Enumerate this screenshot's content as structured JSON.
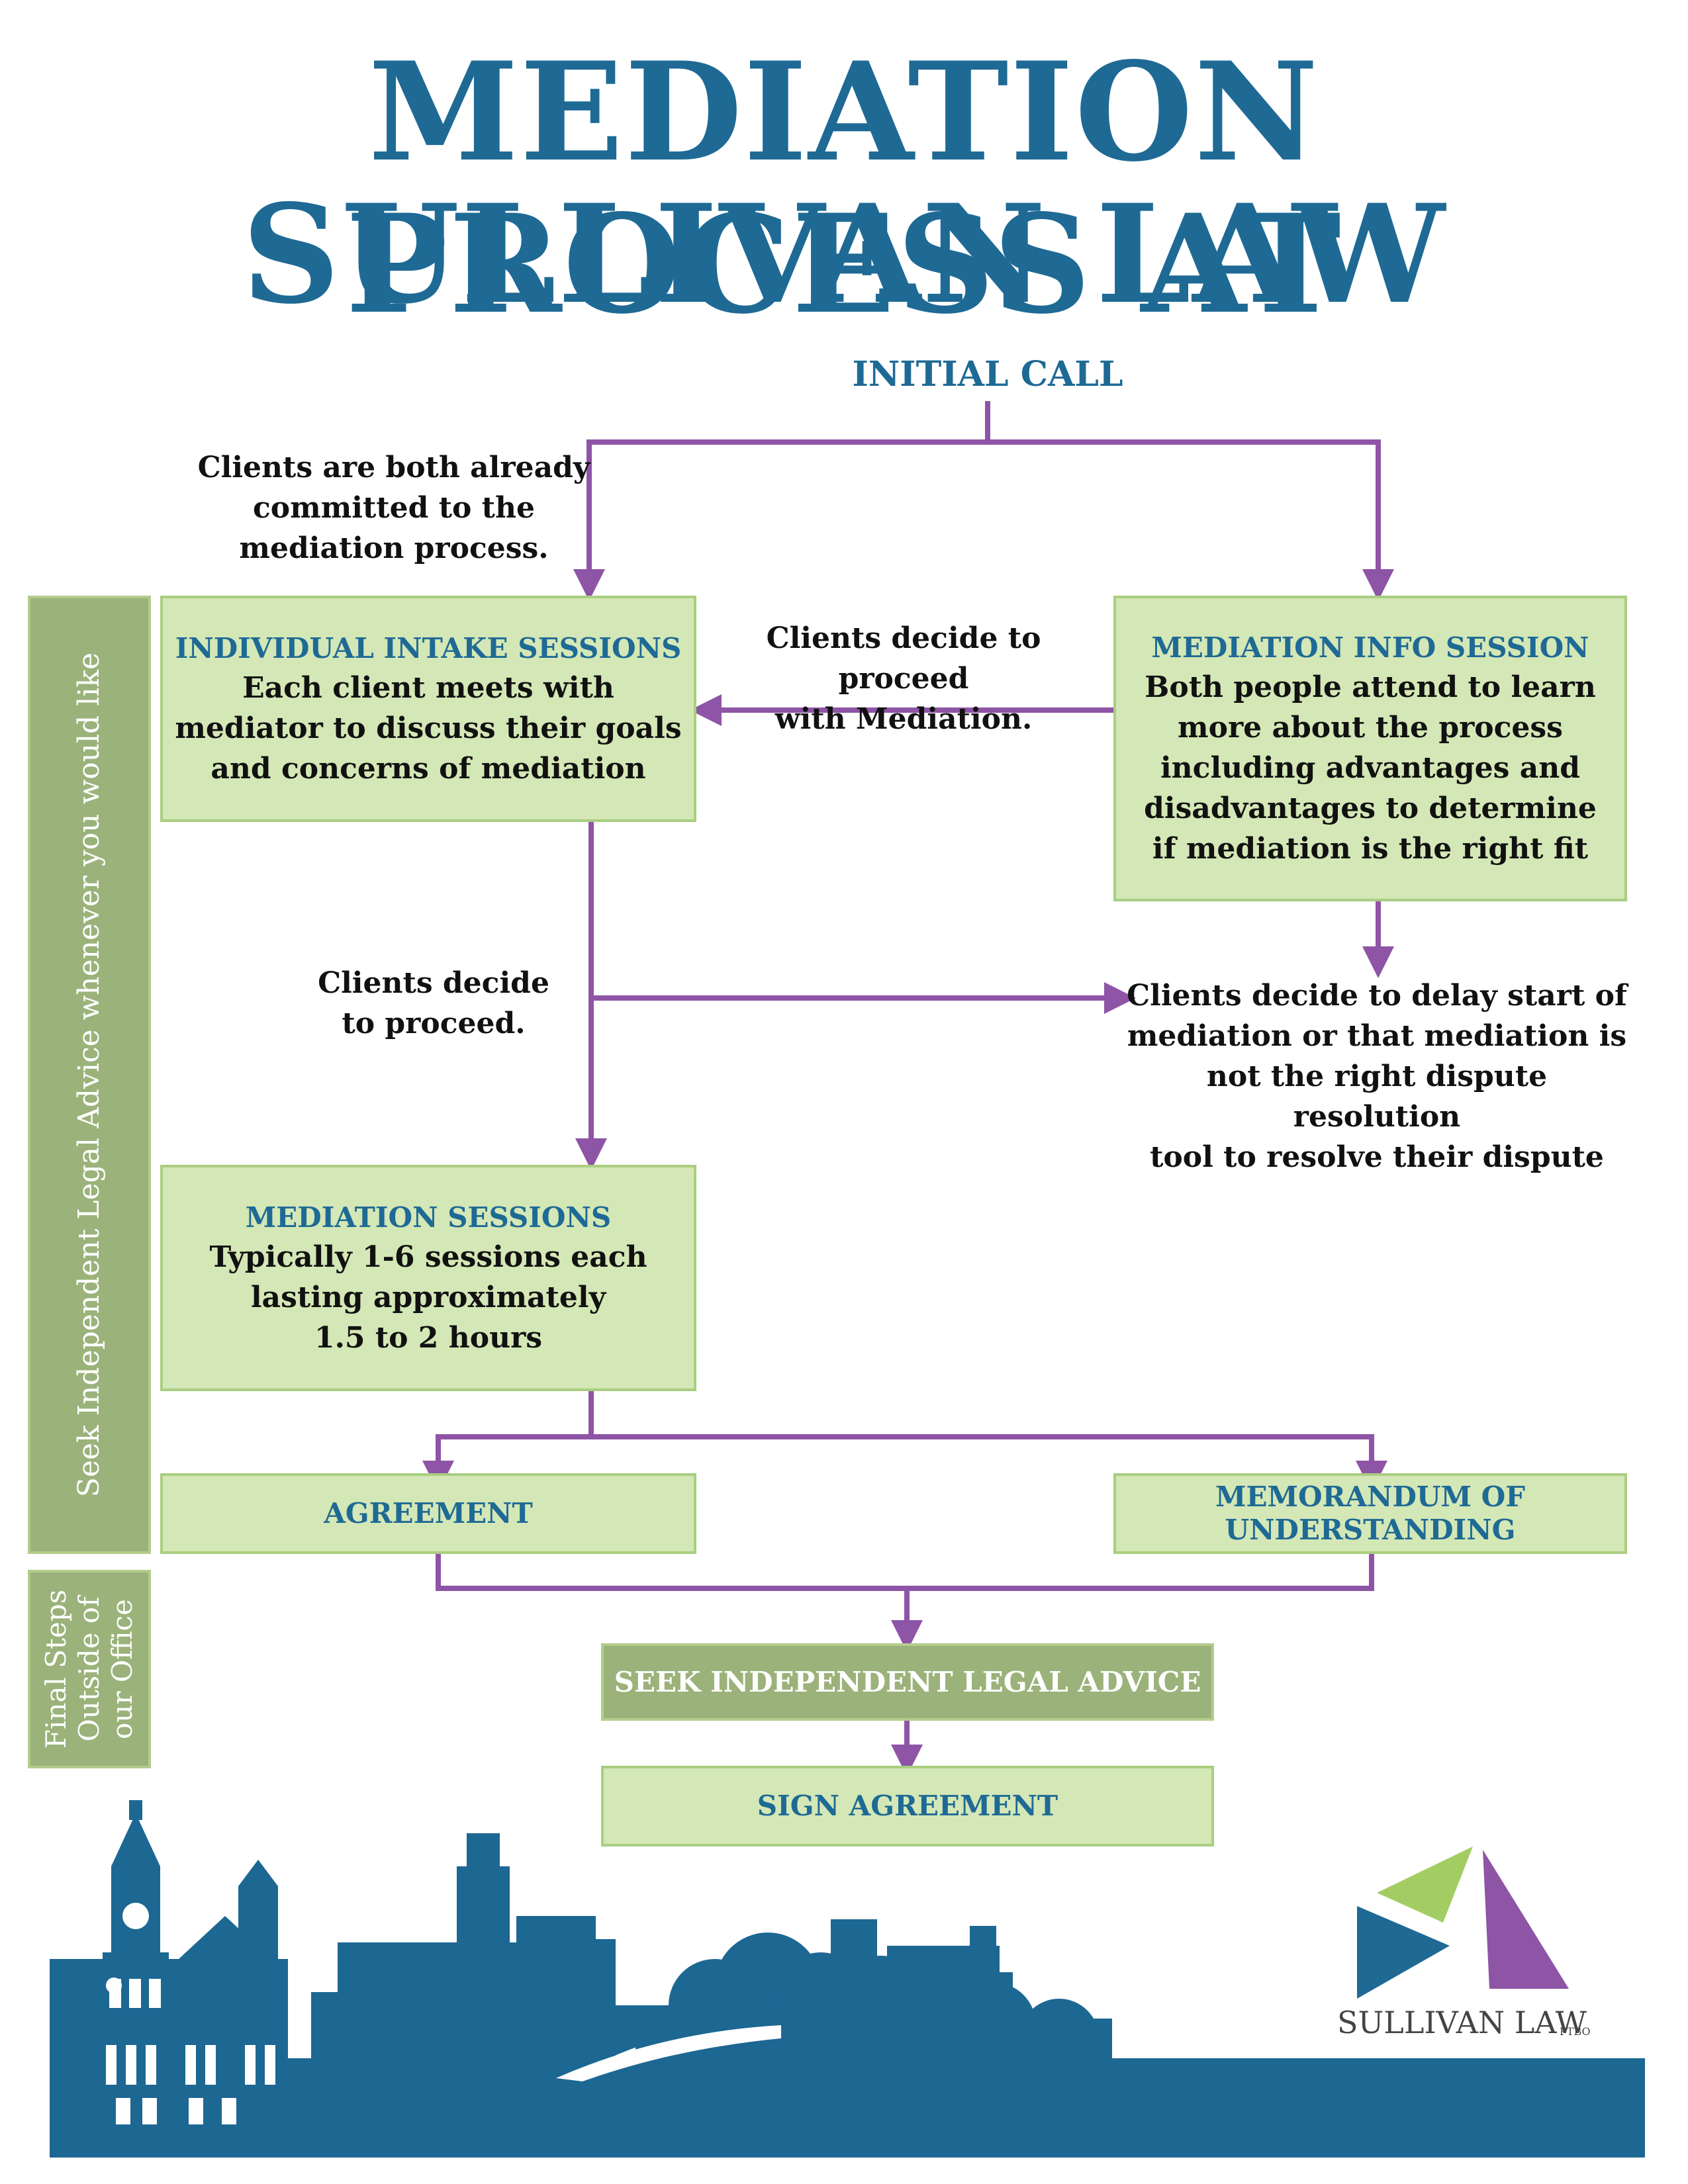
{
  "title": {
    "line1": "MEDIATION PROCESS AT",
    "line2": "SULLIVAN LAW"
  },
  "flow": {
    "initial_call": "INITIAL CALL",
    "committed_note": [
      "Clients are both already",
      "committed to the",
      "mediation process."
    ],
    "intake": {
      "heading": "INDIVIDUAL INTAKE SESSIONS",
      "lines": [
        "Each client meets with",
        "mediator to discuss their goals",
        "and concerns of mediation"
      ]
    },
    "proceed_mediation_note": [
      "Clients decide to proceed",
      "with Mediation."
    ],
    "info_session": {
      "heading": "MEDIATION INFO SESSION",
      "lines": [
        "Both people attend to learn",
        "more about the process",
        "including advantages and",
        "disadvantages to determine",
        "if mediation is the right fit"
      ]
    },
    "proceed_note": [
      "Clients decide",
      "to proceed."
    ],
    "delay_note": [
      "Clients decide to delay start of",
      "mediation or that mediation is",
      "not the right dispute resolution",
      "tool to resolve their dispute"
    ],
    "sessions": {
      "heading": "MEDIATION SESSIONS",
      "lines": [
        "Typically 1-6 sessions each",
        "lasting approximately",
        "1.5 to 2 hours"
      ]
    },
    "agreement": "AGREEMENT",
    "memorandum": [
      "MEMORANDUM OF",
      "UNDERSTANDING"
    ],
    "seek_advice": "SEEK INDEPENDENT LEGAL ADVICE",
    "sign": "SIGN AGREEMENT"
  },
  "sidebar": {
    "advice": "Seek Independent Legal Advice whenever you would like",
    "final_steps": [
      "Final Steps",
      "Outside of",
      "our Office"
    ]
  },
  "logo": {
    "name": "SULLIVAN LAW",
    "suffix": "PTBO"
  },
  "colors": {
    "title_blue": "#1e6a95",
    "arrow_purple": "#8e54a6",
    "box_fill": "#d4e7b6",
    "box_border": "#a9ce80",
    "side_fill": "#9bb27a",
    "skyline_blue": "#1d6793",
    "logo_green": "#a3cd63",
    "logo_purple": "#8e54a6"
  }
}
